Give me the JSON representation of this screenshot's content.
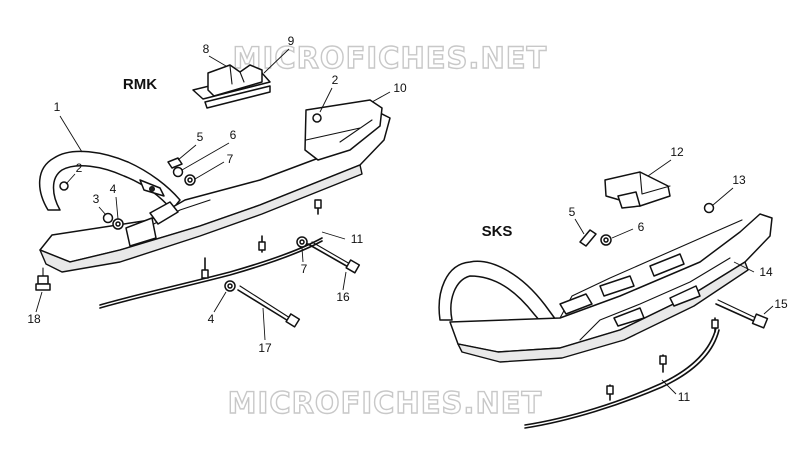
{
  "watermark": {
    "top": "MICROFICHES.NET",
    "bottom": "MICROFICHES.NET"
  },
  "sections": {
    "rmk": "RMK",
    "sks": "SKS"
  },
  "callouts": {
    "rmk": {
      "c1": "1",
      "c2a": "2",
      "c2b": "2",
      "c3": "3",
      "c4a": "4",
      "c4b": "4",
      "c5": "5",
      "c6": "6",
      "c7a": "7",
      "c7b": "7",
      "c8": "8",
      "c9": "9",
      "c10": "10",
      "c11": "11",
      "c16": "16",
      "c17": "17",
      "c18": "18"
    },
    "sks": {
      "c5": "5",
      "c6": "6",
      "c11": "11",
      "c12": "12",
      "c13": "13",
      "c14": "14",
      "c15": "15"
    }
  }
}
